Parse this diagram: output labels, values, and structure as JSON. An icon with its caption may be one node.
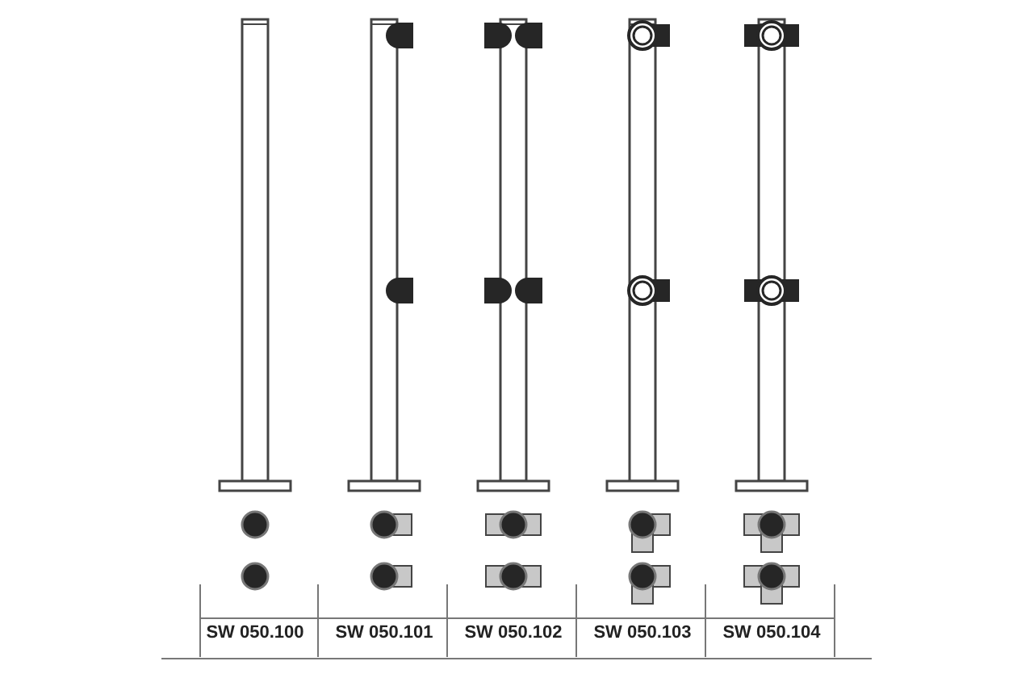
{
  "diagram": {
    "labels": [
      "SW 050.100",
      "SW 050.101",
      "SW 050.102",
      "SW 050.103",
      "SW 050.104"
    ]
  }
}
